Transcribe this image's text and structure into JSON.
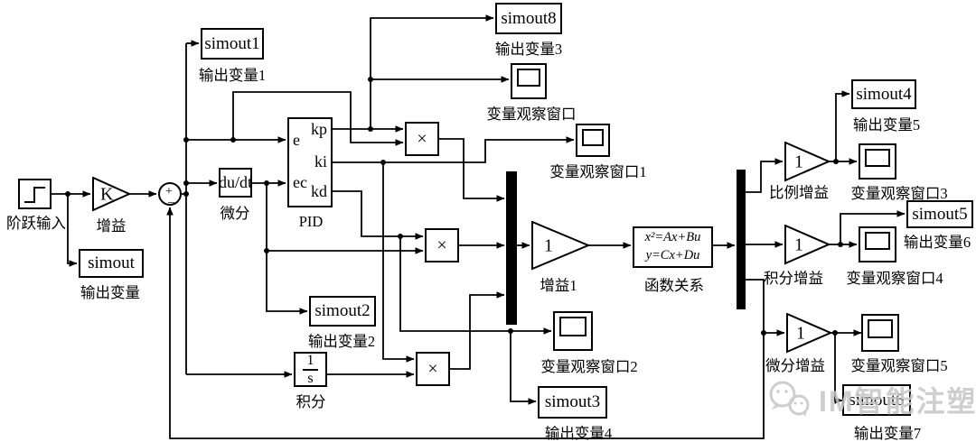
{
  "watermark": {
    "text": "IM智能注塑",
    "icon": "wechat-icon"
  },
  "blocks": {
    "step": {
      "caption": "阶跃输入"
    },
    "gain_k": {
      "value": "K",
      "caption": "增益"
    },
    "sum": {
      "plus": "+",
      "minus": "_"
    },
    "simout": {
      "text": "simout",
      "caption": "输出变量"
    },
    "simout1": {
      "text": "simout1",
      "caption": "输出变量1"
    },
    "derivative": {
      "text": "du/dt",
      "caption": "微分"
    },
    "pid": {
      "caption": "PID",
      "in_e": "e",
      "in_ec": "ec",
      "out_kp": "kp",
      "out_ki": "ki",
      "out_kd": "kd"
    },
    "simout2": {
      "text": "simout2",
      "caption": "输出变量2"
    },
    "integrator": {
      "numerator": "1",
      "denominator": "s",
      "caption": "积分"
    },
    "product1": {
      "symbol": "×"
    },
    "product2": {
      "symbol": "×"
    },
    "product3": {
      "symbol": "×"
    },
    "simout8": {
      "text": "simout8",
      "caption": "输出变量3"
    },
    "scope": {
      "caption": "变量观察窗口"
    },
    "scope1": {
      "caption": "变量观察窗口1"
    },
    "gain1": {
      "value": "1",
      "caption": "增益1"
    },
    "state_space": {
      "line1": "x²=Ax+Bu",
      "line2": "y=Cx+Du",
      "caption": "函数关系"
    },
    "scope2": {
      "caption": "变量观察窗口2"
    },
    "simout3": {
      "text": "simout3",
      "caption": "输出变量4"
    },
    "gain_p": {
      "value": "1",
      "caption": "比例增益"
    },
    "simout4": {
      "text": "simout4",
      "caption": "输出变量5"
    },
    "scope3": {
      "caption": "变量观察窗口3"
    },
    "gain_i": {
      "value": "1",
      "caption": "积分增益"
    },
    "simout5": {
      "text": "simout5",
      "caption": "输出变量6"
    },
    "scope4": {
      "caption": "变量观察窗口4"
    },
    "gain_d": {
      "value": "1",
      "caption": "微分增益"
    },
    "scope5": {
      "caption": "变量观察窗口5"
    },
    "simout6": {
      "text": "simout6",
      "caption": "输出变量7"
    }
  }
}
